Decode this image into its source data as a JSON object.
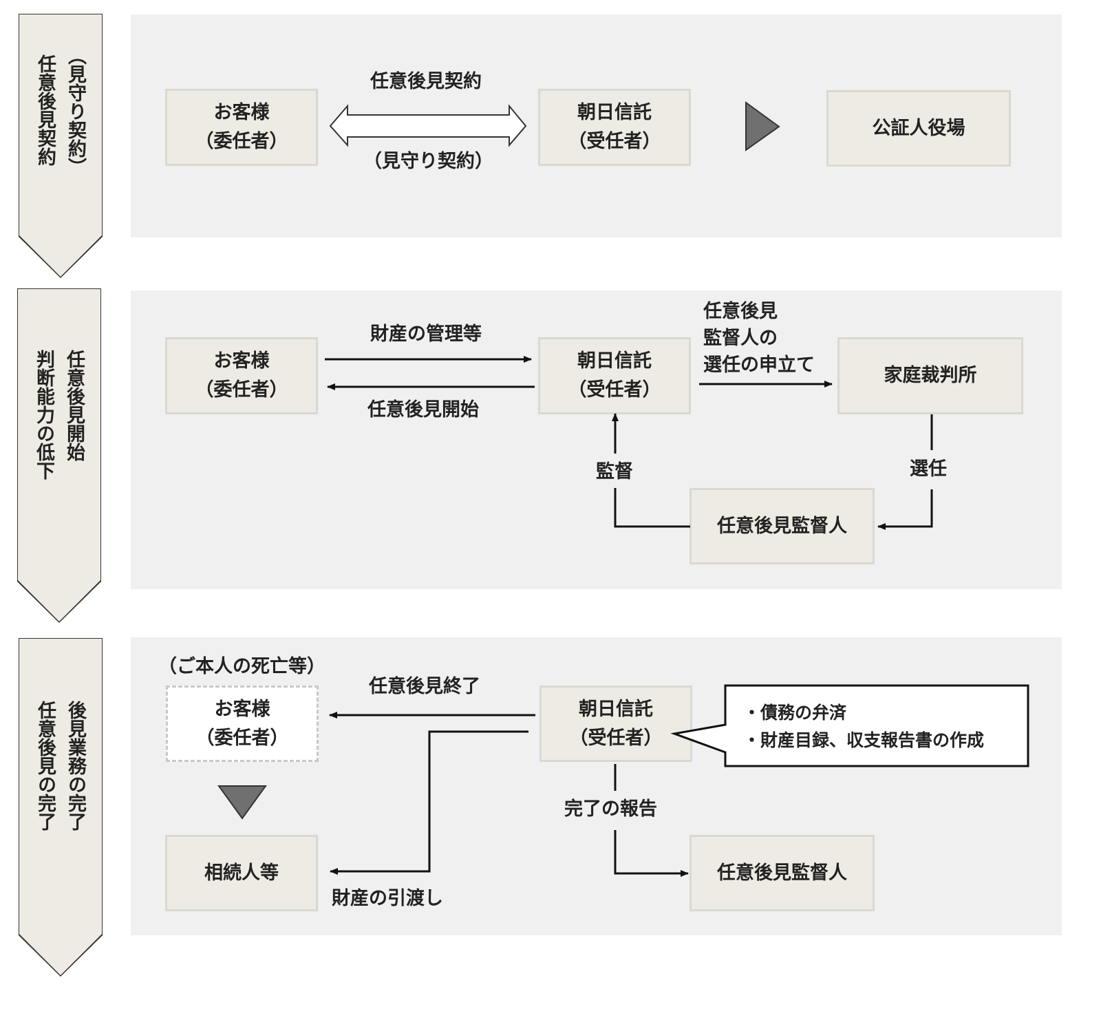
{
  "stages": [
    {
      "col_right": "（見守り契約）",
      "col_left": "任意後見契約"
    },
    {
      "col_right": "任意後見開始",
      "col_left": "判断能力の低下"
    },
    {
      "col_right": "後見業務の完了",
      "col_left": "任意後見の完了"
    }
  ],
  "section1": {
    "customer": [
      "お客様",
      "（委任者）"
    ],
    "trustee": [
      "朝日信託",
      "（受任者）"
    ],
    "notary": "公証人役場",
    "contract_top": "任意後見契約",
    "contract_bottom": "（見守り契約）"
  },
  "section2": {
    "customer": [
      "お客様",
      "（委任者）"
    ],
    "trustee": [
      "朝日信託",
      "（受任者）"
    ],
    "court": "家庭裁判所",
    "supervisor": "任意後見監督人",
    "property_mgmt": "財産の管理等",
    "start": "任意後見開始",
    "petition": [
      "任意後見",
      "監督人の",
      "選任の申立て"
    ],
    "supervise": "監督",
    "appoint": "選任"
  },
  "section3": {
    "event": "（ご本人の死亡等）",
    "customer": [
      "お客様",
      "（委任者）"
    ],
    "trustee": [
      "朝日信託",
      "（受任者）"
    ],
    "heirs": "相続人等",
    "supervisor": "任意後見監督人",
    "end": "任意後見終了",
    "handover": "財産の引渡し",
    "report": "完了の報告",
    "duties": [
      "・債務の弁済",
      "・財産目録、収支報告書の作成"
    ]
  }
}
